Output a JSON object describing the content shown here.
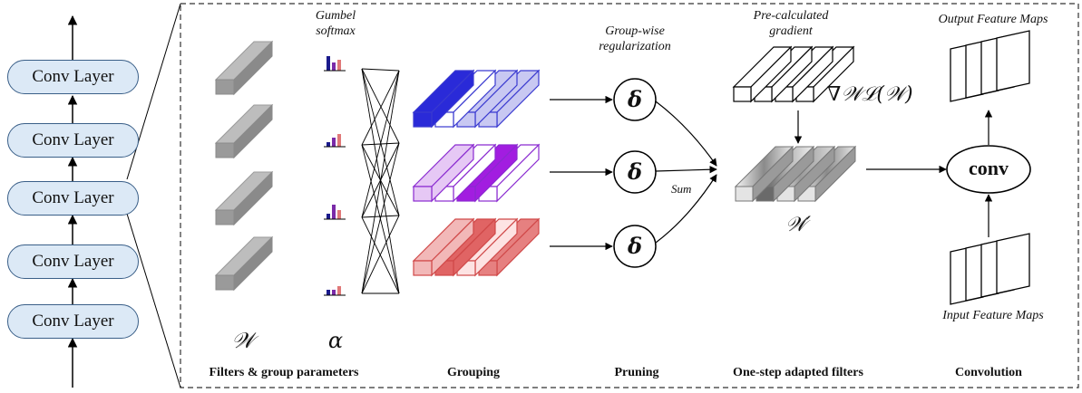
{
  "network": {
    "layers": [
      {
        "label": "Conv Layer"
      },
      {
        "label": "Conv Layer"
      },
      {
        "label": "Conv Layer"
      },
      {
        "label": "Conv Layer"
      },
      {
        "label": "Conv Layer"
      }
    ]
  },
  "labels": {
    "gumbel_line1": "Gumbel",
    "gumbel_line2": "softmax",
    "groupwise_line1": "Group-wise",
    "groupwise_line2": "regularization",
    "precalc_line1": "Pre-calculated",
    "precalc_line2": "gradient",
    "output_maps": "Output Feature Maps",
    "input_maps": "Input Feature Maps",
    "sum": "Sum",
    "conv": "conv",
    "delta": "δ",
    "w_symbol": "𝒲",
    "alpha_symbol": "α",
    "w_prime": "𝒲′",
    "gradient_expr": "∇𝒲ℒ(𝒲)"
  },
  "sections": {
    "filters": "Filters & group parameters",
    "grouping": "Grouping",
    "pruning": "Pruning",
    "adapted": "One-step adapted filters",
    "convolution": "Convolution"
  },
  "colors": {
    "layer_fill": "#dce9f6",
    "layer_border": "#3a5f88",
    "filter_gray": "#9a9a9a",
    "blue_group": [
      "#2a2ad8",
      "#ffffff",
      "#c8c8f2",
      "#c8c8f2"
    ],
    "purple_group": [
      "#e6c8f5",
      "#ffffff",
      "#a21de0",
      "#ffffff"
    ],
    "red_group": [
      "#f2b8b8",
      "#e06464",
      "#fde3e3",
      "#e68080"
    ],
    "bar_blue": "#1a1a8c",
    "bar_purple": "#7a2aa8",
    "bar_red": "#e07878"
  }
}
